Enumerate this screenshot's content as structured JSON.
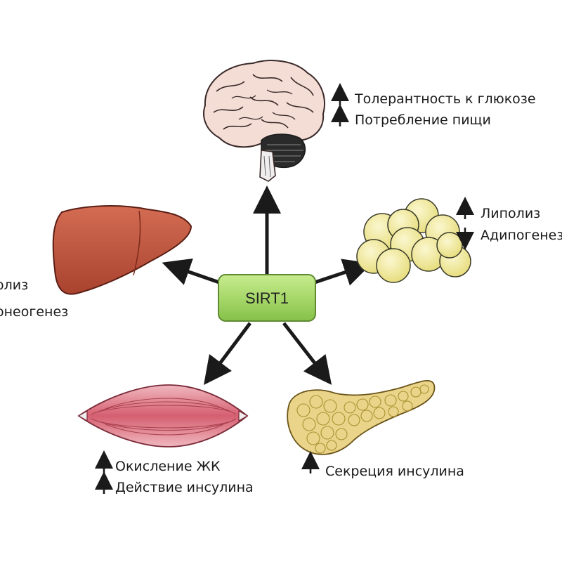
{
  "hub": {
    "label": "SIRT1"
  },
  "organs": {
    "brain": {
      "effects": [
        {
          "direction": "up",
          "text": "Толерантность к глюкозе"
        },
        {
          "direction": "up",
          "text": "Потребление пищи"
        }
      ]
    },
    "adipose": {
      "effects": [
        {
          "direction": "up",
          "text": "Липолиз"
        },
        {
          "direction": "down",
          "text": "Адипогенез"
        }
      ]
    },
    "liver": {
      "effects": [
        {
          "text": "олиз"
        },
        {
          "text": "онеогенез"
        }
      ]
    },
    "muscle": {
      "effects": [
        {
          "direction": "up",
          "text": "Окисление ЖК"
        },
        {
          "direction": "up",
          "text": "Действие инсулина"
        }
      ]
    },
    "pancreas": {
      "effects": [
        {
          "direction": "up",
          "text": "Секреция инсулина"
        }
      ]
    }
  },
  "colors": {
    "hub_fill": "#a7d86a",
    "hub_stroke": "#5f8a33",
    "liver": "#c0573f",
    "brain": "#f4ddd4",
    "fat_cell": "#f5efa8",
    "muscle": "#d96a78",
    "pancreas": "#ead48a"
  }
}
